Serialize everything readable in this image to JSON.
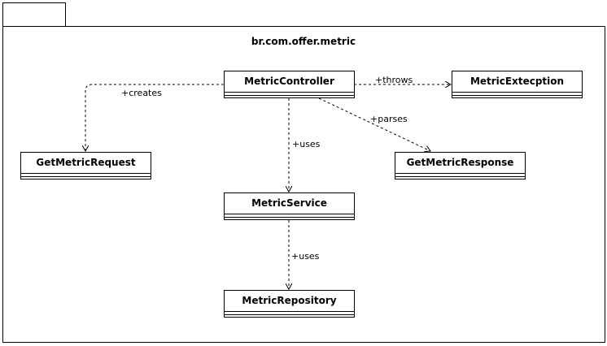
{
  "package": {
    "name": "br.com.offer.metric"
  },
  "classes": {
    "metric_controller": "MetricController",
    "metric_exception": "MetricExtecption",
    "get_metric_request": "GetMetricRequest",
    "get_metric_response": "GetMetricResponse",
    "metric_service": "MetricService",
    "metric_repository": "MetricRepository"
  },
  "relations": {
    "creates": "+creates",
    "throws": "+throws",
    "parses": "+parses",
    "uses_service": "+uses",
    "uses_repository": "+uses"
  }
}
